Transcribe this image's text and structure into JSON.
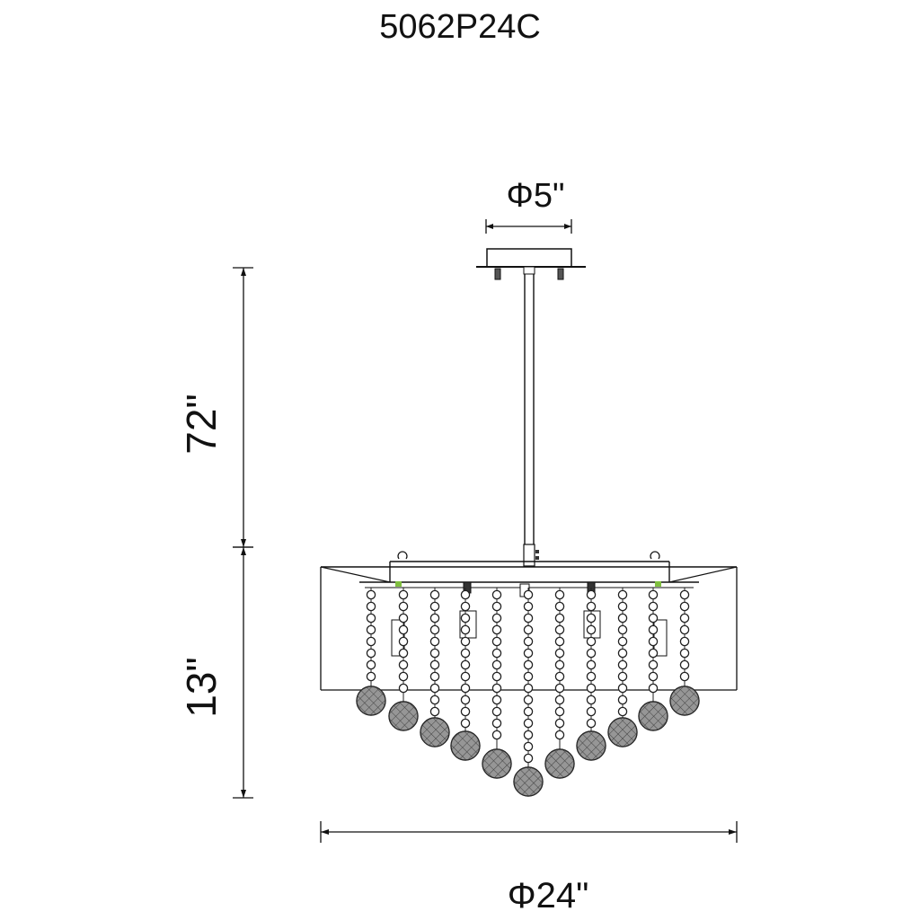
{
  "model_number": "5062P24C",
  "dimensions": {
    "canopy_diameter": "Φ5\"",
    "chain_length": "72\"",
    "fixture_height": "13\"",
    "fixture_diameter": "Φ24\""
  },
  "colors": {
    "line": "#111111",
    "ball_fill": "#8a8a8a",
    "accent_green": "#7fbf3f"
  }
}
